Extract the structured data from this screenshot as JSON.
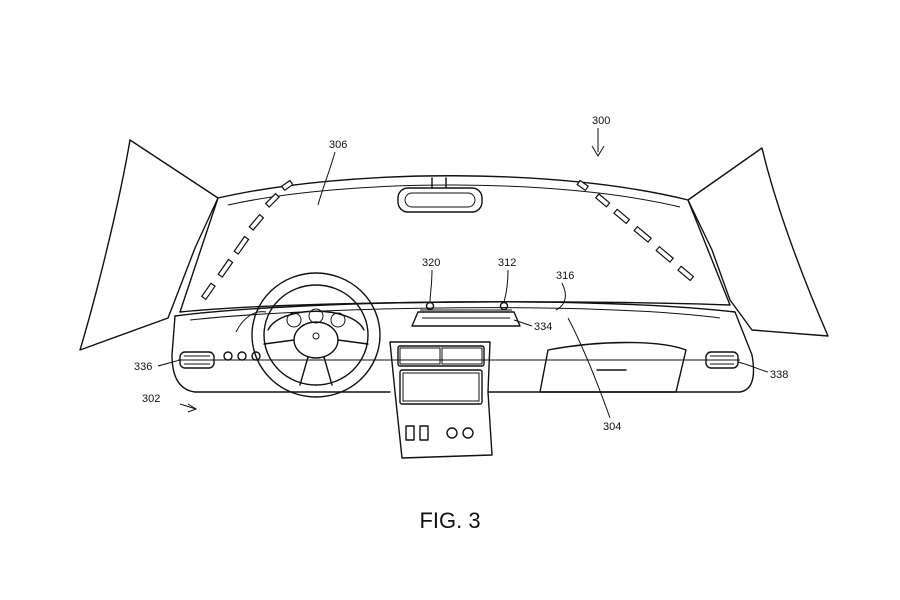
{
  "figure": {
    "caption": "FIG. 3",
    "labels": {
      "r300": "300",
      "r302": "302",
      "r304": "304",
      "r306": "306",
      "r312": "312",
      "r316": "316",
      "r320": "320",
      "r334": "334",
      "r336": "336",
      "r338": "338"
    }
  }
}
